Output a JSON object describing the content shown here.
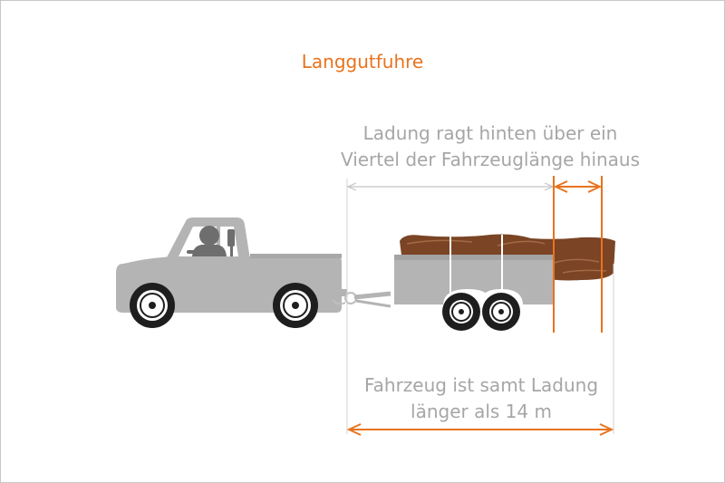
{
  "title": "Langgutfuhre",
  "overhang_label": {
    "line1": "Ladung ragt hinten über ein",
    "line2": "Viertel der Fahrzeuglänge hinaus"
  },
  "length_label": {
    "line1": "Fahrzeug ist samt Ladung",
    "line2": "länger als 14 m"
  },
  "colors": {
    "accent": "#e8731e",
    "vehicle": "#b4b4b4",
    "tire": "#1e1e1e",
    "cargo": "#7a4425",
    "text": "#a6a6a6"
  }
}
